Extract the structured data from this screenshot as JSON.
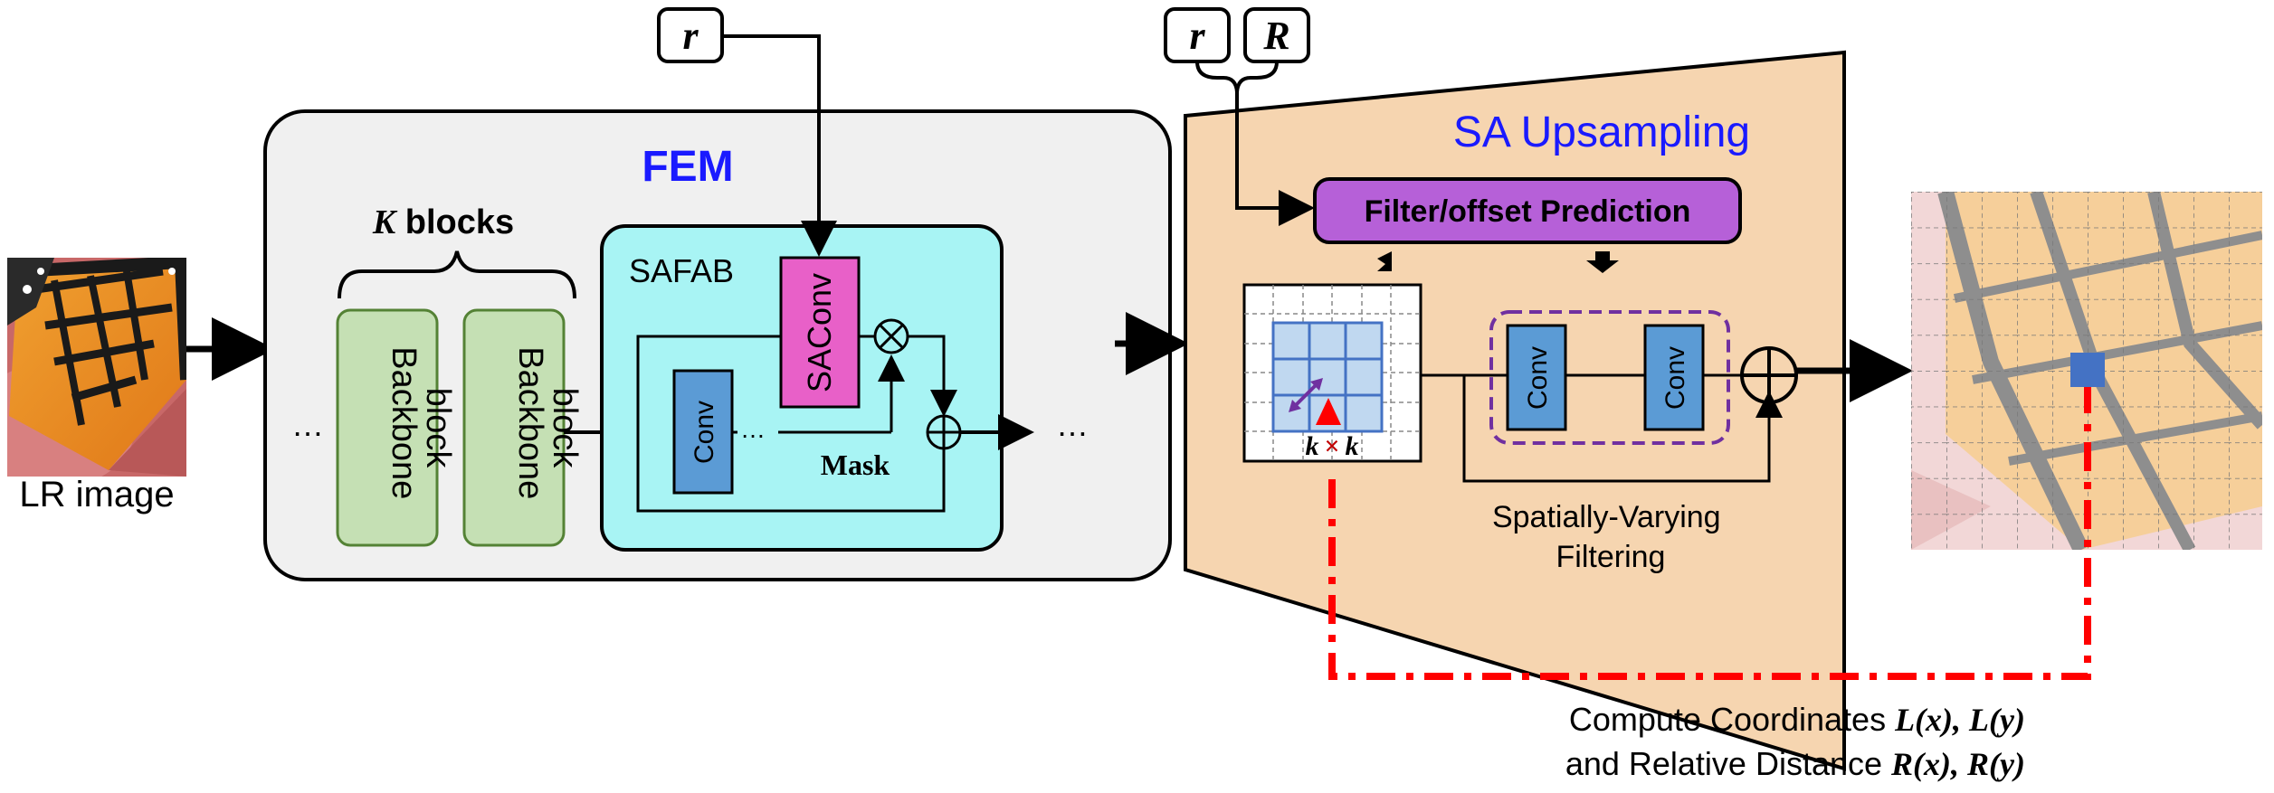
{
  "input": {
    "caption": "LR image"
  },
  "fem": {
    "title": "FEM",
    "k_blocks_var": "K",
    "k_blocks_label": " blocks",
    "ellipsis_left": "…",
    "backbone_block_1": [
      "Backbone",
      "block"
    ],
    "backbone_block_2": [
      "Backbone",
      "block"
    ],
    "safab": {
      "title": "SAFAB",
      "saconv_label": "SAConv",
      "conv_label": "Conv",
      "dots": "…",
      "mask_label": "Mask",
      "multiply_symbol": "⊗",
      "add_symbol": "⊕"
    },
    "ellipsis_right": "…",
    "scale_input": "r"
  },
  "sa_upsampling": {
    "title": "SA Upsampling",
    "scale_inputs": [
      "r",
      "R"
    ],
    "prediction_label": "Filter/offset Prediction",
    "kernel_label_left": "k",
    "kernel_label_times": "×",
    "kernel_label_right": "k",
    "conv_1": "Conv",
    "conv_2": "Conv",
    "caption_line_1": "Spatially-Varying",
    "caption_line_2": "Filtering"
  },
  "output": {
    "coordinates_line_1_prefix": "Compute Coordinates ",
    "coordinates_line_1_math": "L(x), L(y)",
    "coordinates_line_2_prefix": "and Relative Distance ",
    "coordinates_line_2_math": "R(x), R(y)"
  },
  "colors": {
    "fem_panel": "#f0f0f0",
    "safab_panel": "#a8f4f4",
    "backbone": "#c5e0b4",
    "backbone_border": "#548235",
    "conv": "#5b9bd5",
    "saconv": "#e860c8",
    "sa_panel": "#f6d5b0",
    "prediction": "#b660d8",
    "sv_dashed": "#7030a0",
    "fem_title": "#1a1aff",
    "red_dashdot": "#ff0000",
    "kernel_grid": "#4472c4"
  }
}
